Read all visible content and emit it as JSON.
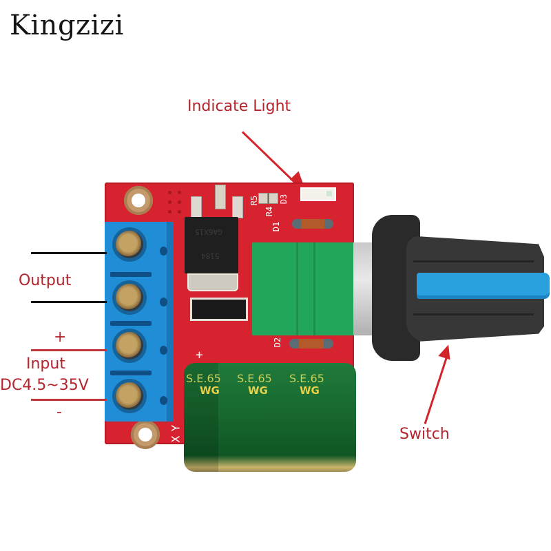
{
  "brand": {
    "name": "Kingzizi"
  },
  "annotations": {
    "indicate_light": "Indicate Light",
    "output": "Output",
    "input_plus": "+",
    "input": "Input",
    "input_voltage": "DC4.5~35V",
    "input_minus": "-",
    "switch": "Switch"
  },
  "board": {
    "silkscreen": {
      "r5": "R5",
      "r4": "R4",
      "d1": "D1",
      "d3": "D3",
      "d2": "D2",
      "plus": "+",
      "x": "X",
      "y": "Y"
    },
    "mosfet_marking_1": "GA6X15",
    "mosfet_marking_2": "5184",
    "capacitor_print": {
      "row1": [
        "S.E.65",
        "S.E.65",
        "S.E.65"
      ],
      "row2": [
        "WG",
        "WG",
        "WG"
      ]
    }
  },
  "colors": {
    "annotation_text": "#b3242c",
    "arrow": "#d3242c",
    "pcb": "#d6232f",
    "terminal": "#1f8ed6",
    "potentiometer": "#22a65a",
    "knob_accent": "#2aa0df",
    "capacitor": "#1f7a3b"
  }
}
